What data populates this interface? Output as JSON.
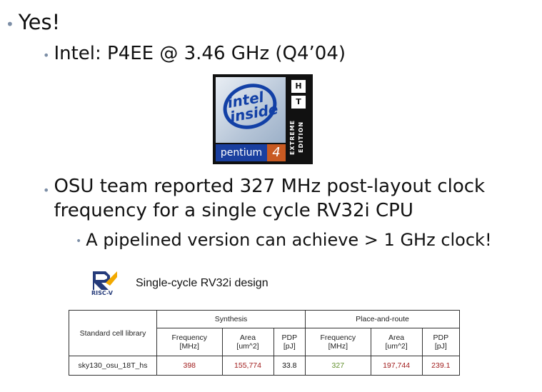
{
  "bullets": {
    "b1": "Yes!",
    "b2": "Intel: P4EE @ 3.46 GHz (Q4’04)",
    "b3_line1": "OSU team reported 327 MHz post-layout clock",
    "b3_line2": "frequency for a single cycle RV32i CPU",
    "b4": "A pipelined version can achieve > 1 GHz clock!"
  },
  "intel_logo": {
    "brand_text": "intel inside",
    "product": "pentium",
    "model": "4",
    "ht_h": "H",
    "ht_t": "T",
    "edition": "EXTREME EDITION",
    "colors": {
      "blue": "#1240a6",
      "orange": "#c85a22",
      "black": "#111111"
    }
  },
  "design_table": {
    "logo_text": "RISC-V",
    "title": "Single-cycle RV32i design",
    "header_library": "Standard cell library",
    "group_synthesis": "Synthesis",
    "group_par": "Place-and-route",
    "subheaders": {
      "freq": "Frequency",
      "freq_unit": "[MHz]",
      "area": "Area",
      "area_unit": "[um^2]",
      "pdp": "PDP",
      "pdp_unit": "[pJ]"
    },
    "row": {
      "library": "sky130_osu_18T_hs",
      "syn_freq": "398",
      "syn_area": "155,774",
      "syn_pdp": "33.8",
      "par_freq": "327",
      "par_area": "197,744",
      "par_pdp": "239.1"
    }
  }
}
